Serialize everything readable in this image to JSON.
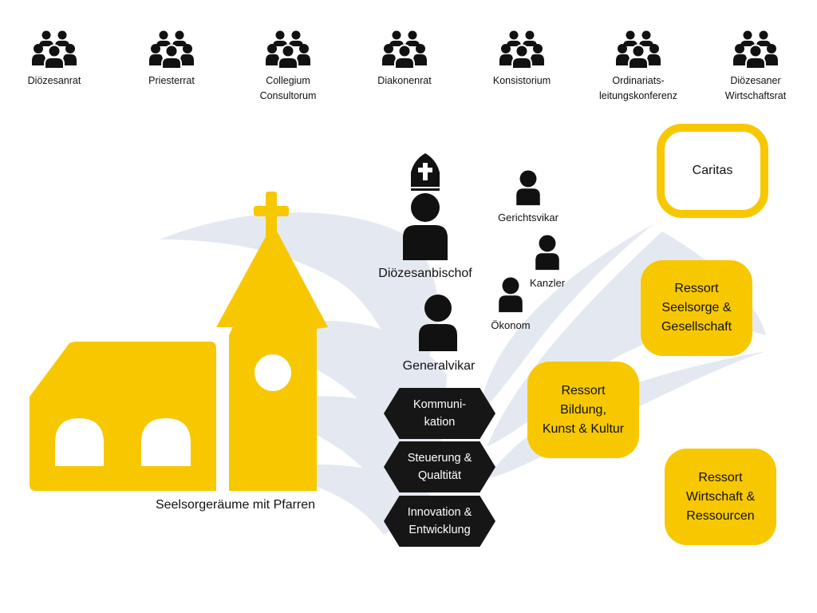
{
  "colors": {
    "accent": "#f7c800",
    "dark": "#161616",
    "watermark": "#e4e9f1"
  },
  "councils": [
    {
      "label": "Diözesanrat",
      "icon": "group-icon"
    },
    {
      "label": "Priesterrat",
      "icon": "group-icon"
    },
    {
      "label": "Collegium\nConsultorum",
      "icon": "group-icon"
    },
    {
      "label": "Diakonenrat",
      "icon": "group-icon"
    },
    {
      "label": "Konsistorium",
      "icon": "group-icon"
    },
    {
      "label": "Ordinariats-\nleitungskonferenz",
      "icon": "group-icon"
    },
    {
      "label": "Diözesaner\nWirtschaftsrat",
      "icon": "group-icon"
    }
  ],
  "church": {
    "label": "Seelsorgeräume mit Pfarren",
    "icon": "church-icon"
  },
  "bishop": {
    "label": "Diözesanbischof",
    "icon": "bishop-icon"
  },
  "vicar_general": {
    "label": "Generalvikar",
    "icon": "person-icon"
  },
  "officials": {
    "gerichtsvikar": "Gerichtsvikar",
    "kanzler": "Kanzler",
    "oekonom": "Ökonom"
  },
  "staff_units": [
    {
      "label": "Kommuni-\nkation"
    },
    {
      "label": "Steuerung &\nQualtität"
    },
    {
      "label": "Innovation &\nEntwicklung"
    }
  ],
  "caritas": {
    "label": "Caritas"
  },
  "ressorts": {
    "seelsorge": "Ressort\nSeelsorge &\nGesellschaft",
    "bildung": "Ressort\nBildung,\nKunst & Kultur",
    "wirtschaft": "Ressort\nWirtschaft &\nRessourcen"
  }
}
